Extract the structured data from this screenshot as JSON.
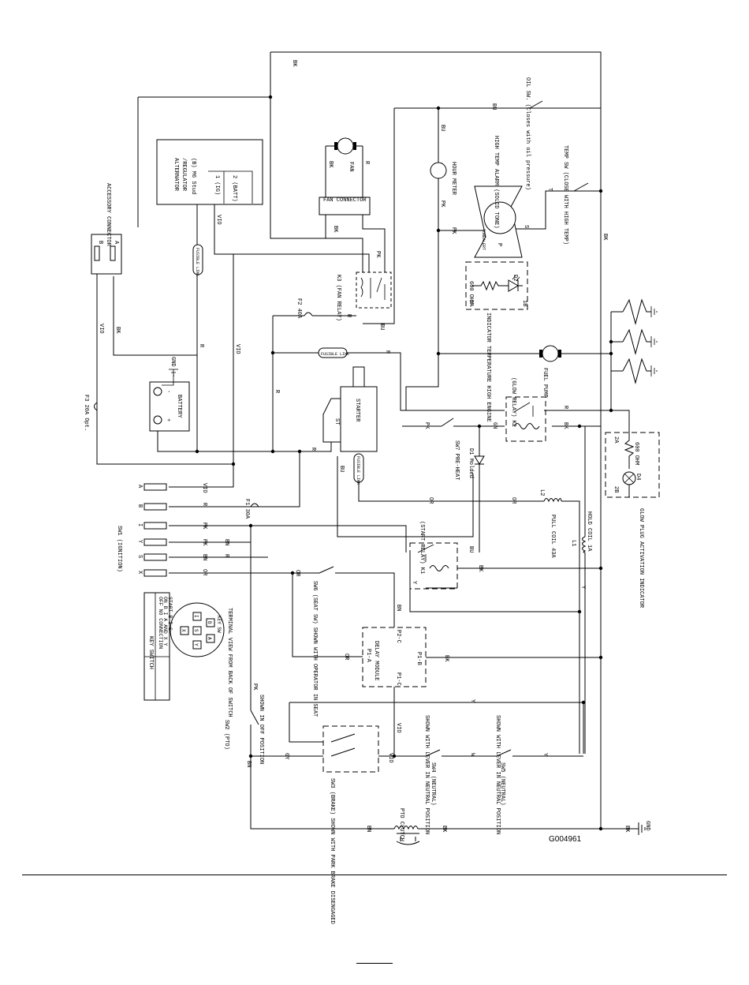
{
  "figure_code": "G004961",
  "wires": {
    "bk": "BK",
    "bu": "BU",
    "pk": "PK",
    "r": "R",
    "vio": "VIO",
    "or": "OR",
    "gn": "GN",
    "y": "Y",
    "bn": "BN",
    "gy": "GY",
    "w": "W",
    "t": "T",
    "gnd": "GND"
  },
  "components": {
    "accessory_connector": "ACCESSORY CONNECTOR",
    "accessory_pin_a": "A",
    "accessory_pin_b": "B",
    "alternator_line1": "ALTERNATOR",
    "alternator_line2": "/REGULATOR",
    "alternator_line3": "(B) M6 Stud",
    "alternator_ig": "1 (IG)",
    "alternator_batt": "2 (BATT)",
    "fan": "FAN",
    "fan_connector": "FAN CONNECTOR",
    "fan_relay": "K3 (FAN RELAY)",
    "fuse_f2": "F2 40A",
    "fuse_f3": "F3 20A Opt.",
    "fuse_f1": "F1 30A",
    "fusible_link": "FUSIBLE LINK",
    "battery": "BATTERY",
    "battery_plus": "+",
    "battery_minus": "-",
    "starter": "STARTER",
    "starter_terminal": "ST",
    "hour_meter": "HOUR METER",
    "high_temp_alarm": "HIGH TEMP ALARM (SOLID TONE)",
    "tonealert": "TONEALERT",
    "alarm_s": "S",
    "alarm_p": "P",
    "indicator_temp": "INDICATOR TEMPERATURE HIGH ENGINE",
    "resistor_600": "600 OHM",
    "diode_d2": "D2",
    "pin_1a": "1A",
    "pin_1b": "1B",
    "oil_sw": "OIL SW. (Closes with oil pressure)",
    "temp_sw": "TEMP SW (CLOSE WITH HIGH TEMP)",
    "fuel_pump": "FUEL PUMP",
    "glow_relay": "(GLOW RELAY) K2",
    "glow_plug_indicator": "GLOW PLUG ACTIVATION INDICATOR",
    "glow_resistor": "600 OHM",
    "diode_d4": "D4",
    "pin_2a": "2A",
    "pin_2b": "2B",
    "sw7": "SW7 PRE-HEAT",
    "diode_d1": "D1 Molded",
    "pull_coil": "PULL COIL 43A",
    "l2": "L2",
    "hold_coil": "HOLD COIL 1A",
    "l1": "L1",
    "start_relay": "(START RELAY) K1",
    "sw1": "SW1 (IGNITION)",
    "key_pins": [
      "A",
      "B",
      "I",
      "Y",
      "S",
      "X"
    ],
    "key_switch_title": "KEY SWITCH",
    "key_switch_rows": [
      "OFF   NO CONNECTION",
      "ON    B I A  AND  X Y",
      "START B I S"
    ],
    "terminal_view": "TERMINAL VIEW FROM BACK OF SWITCH",
    "key_sw_label": "KEY SW",
    "terminal_letters": [
      "X",
      "I",
      "B",
      "S",
      "A",
      "Y"
    ],
    "sw6": "SW6 (SEAT SW) SHOWN WITH OPERATOR IN SEAT",
    "delay_module": "DELAY MODULE",
    "p1a": "P1-A",
    "p2c": "P2-C",
    "p1b": "P1-B",
    "p1c": "P1-C",
    "sw2": "SW2 (PTO)",
    "sw2_note": "SHOWN IN OFF POSITION",
    "sw3": "SW3 (BRAKE) SHOWN WITH PARK BRAKE DISENGAGED",
    "sw4": "SW4 (NEUTRAL)",
    "sw4_note": "SHOWN WITH LEVER IN NEUTRAL POSITION",
    "sw5": "SW5 (NEUTRAL)",
    "sw5_note": "SHOWN WITH LEVER IN NEUTRAL POSITION",
    "pto_clutch": "PTO CLUTCH"
  }
}
